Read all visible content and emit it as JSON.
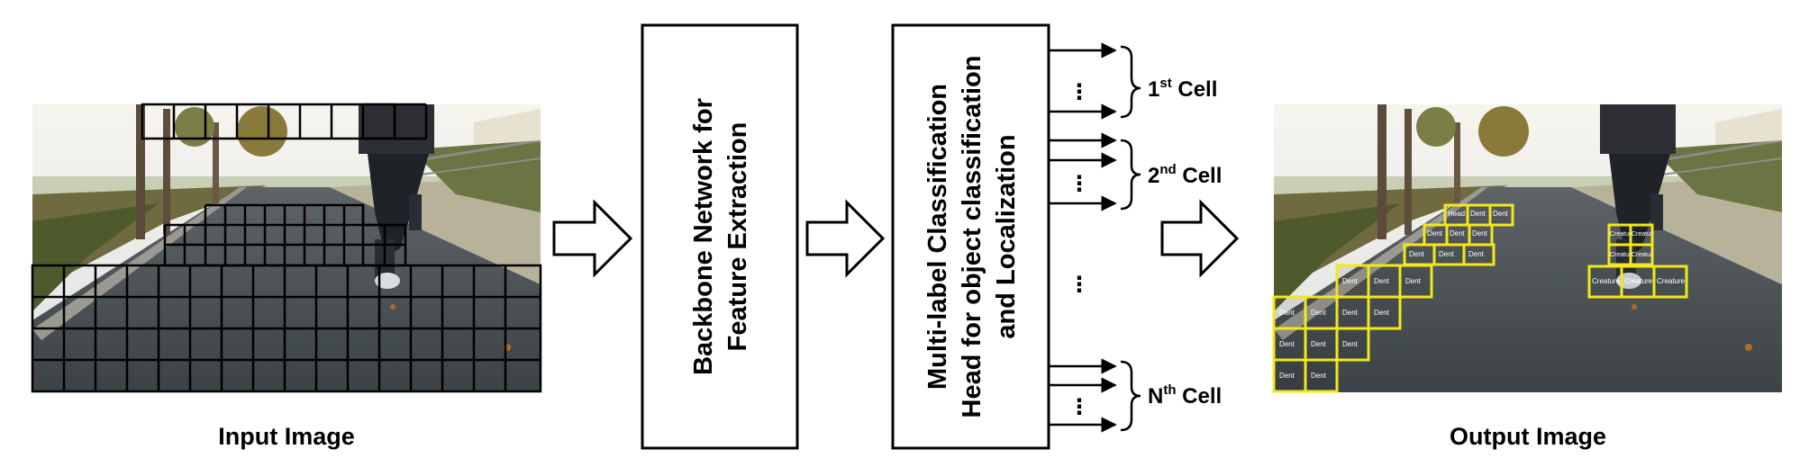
{
  "input": {
    "caption": "Input Image"
  },
  "output": {
    "caption": "Output Image"
  },
  "backbone": {
    "line1": "Backbone Network for",
    "line2": "Feature Extraction"
  },
  "head": {
    "line1": "Multi-label Classification",
    "line2": "Head for object classification",
    "line3": "and Localization"
  },
  "cells": [
    {
      "main": "1",
      "sup": "st",
      "rest": " Cell"
    },
    {
      "main": "2",
      "sup": "nd",
      "rest": " Cell"
    },
    {
      "main": "N",
      "sup": "th",
      "rest": " Cell"
    }
  ],
  "ellipsis": "⋮",
  "detections": {
    "dent": "Dent",
    "head": "Head",
    "creature": "Creature",
    "creature_short": "Creatur"
  },
  "colors": {
    "detection_box": "#f2e81a",
    "line": "#000000"
  }
}
